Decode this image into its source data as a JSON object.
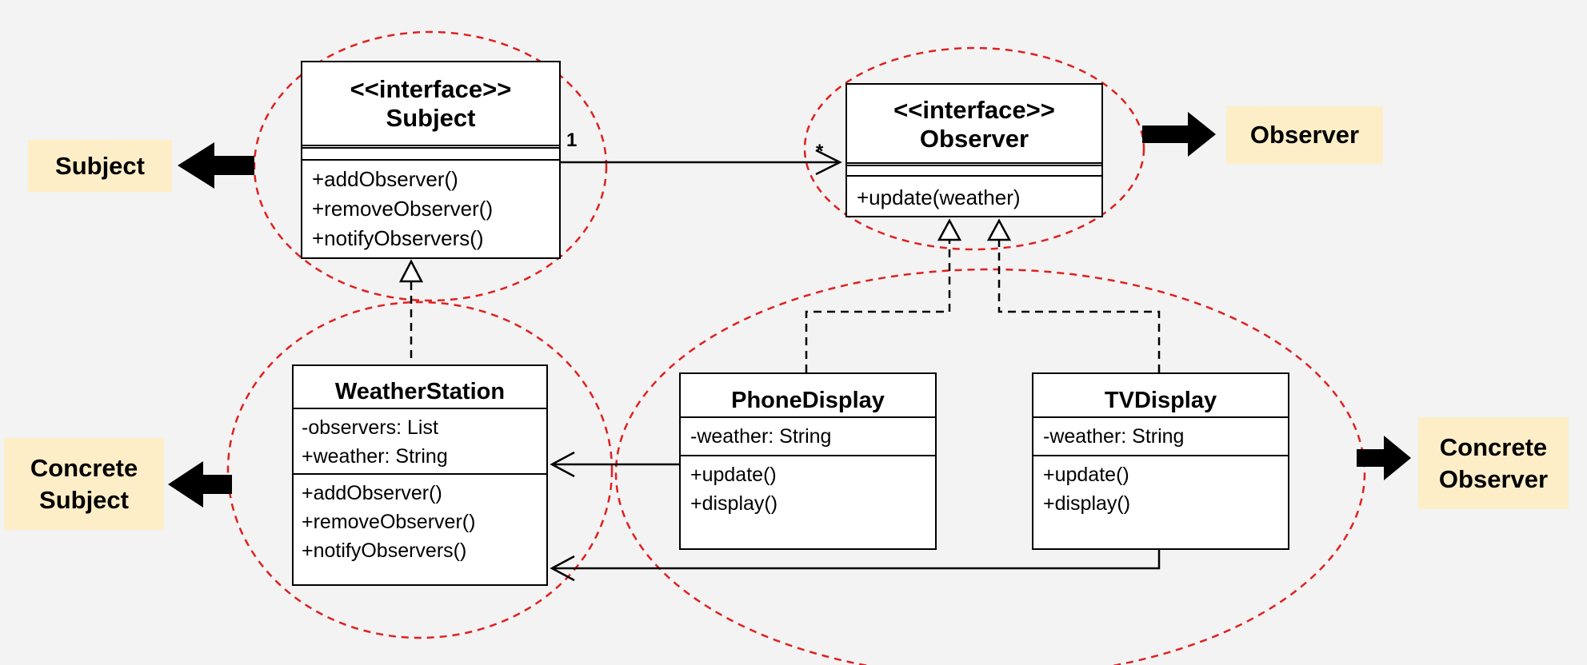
{
  "colors": {
    "background": "#f3f3f3",
    "callout_fill": "#fdeec7",
    "ellipse_stroke": "#e02020",
    "line": "#000000"
  },
  "classes": {
    "subject": {
      "stereotype": "<<interface>>",
      "name": "Subject",
      "methods": [
        "+addObserver()",
        "+removeObserver()",
        "+notifyObservers()"
      ]
    },
    "observer": {
      "stereotype": "<<interface>>",
      "name": "Observer",
      "methods": [
        "+update(weather)"
      ]
    },
    "weather_station": {
      "name": "WeatherStation",
      "attributes": [
        "-observers: List",
        "+weather: String"
      ],
      "methods": [
        "+addObserver()",
        "+removeObserver()",
        "+notifyObservers()"
      ]
    },
    "phone_display": {
      "name": "PhoneDisplay",
      "attributes": [
        "-weather: String"
      ],
      "methods": [
        "+update()",
        "+display()"
      ]
    },
    "tv_display": {
      "name": "TVDisplay",
      "attributes": [
        "-weather: String"
      ],
      "methods": [
        "+update()",
        "+display()"
      ]
    }
  },
  "multiplicity": {
    "one": "1",
    "many": "*"
  },
  "callouts": {
    "subject": "Subject",
    "observer": "Observer",
    "concrete_subject_line1": "Concrete",
    "concrete_subject_line2": "Subject",
    "concrete_observer_line1": "Concrete",
    "concrete_observer_line2": "Observer"
  }
}
